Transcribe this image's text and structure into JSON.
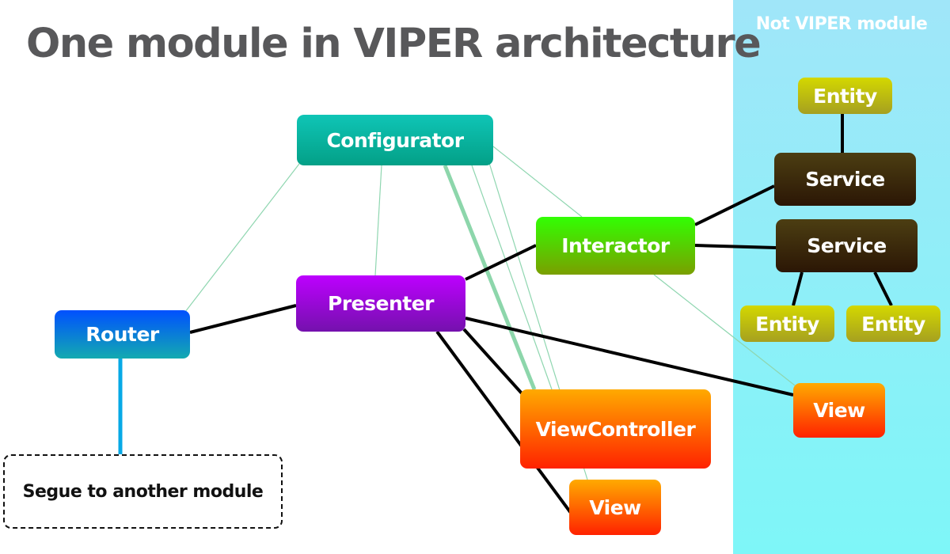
{
  "title": "One module in VIPER architecture",
  "external_panel": {
    "title": "Not VIPER module",
    "background_color": "#8cf0f8"
  },
  "nodes": {
    "configurator": {
      "label": "Configurator",
      "color": "#03a087"
    },
    "interactor": {
      "label": "Interactor",
      "color": "#31ff03"
    },
    "presenter": {
      "label": "Presenter",
      "color": "#bd00ff"
    },
    "router": {
      "label": "Router",
      "color": "#0050ff"
    },
    "view_controller": {
      "label": "ViewController",
      "color": "#ff5500"
    },
    "view_module": {
      "label": "View",
      "color": "#ff5500"
    },
    "view_external": {
      "label": "View",
      "color": "#ff5500"
    },
    "entity_top": {
      "label": "Entity",
      "color": "#d4d800"
    },
    "service_1": {
      "label": "Service",
      "color": "#2b1605"
    },
    "service_2": {
      "label": "Service",
      "color": "#2b1605"
    },
    "entity_left": {
      "label": "Entity",
      "color": "#d4d800"
    },
    "entity_right": {
      "label": "Entity",
      "color": "#d4d800"
    },
    "segue": {
      "label": "Segue to another module"
    }
  },
  "connections": [
    {
      "from": "router",
      "to": "presenter",
      "style": "strong"
    },
    {
      "from": "presenter",
      "to": "interactor",
      "style": "strong"
    },
    {
      "from": "presenter",
      "to": "view_controller",
      "style": "strong"
    },
    {
      "from": "presenter",
      "to": "view_module",
      "style": "strong"
    },
    {
      "from": "presenter",
      "to": "view_external",
      "style": "strong"
    },
    {
      "from": "interactor",
      "to": "service_1",
      "style": "strong"
    },
    {
      "from": "interactor",
      "to": "service_2",
      "style": "strong"
    },
    {
      "from": "entity_top",
      "to": "service_1",
      "style": "strong"
    },
    {
      "from": "service_2",
      "to": "entity_left",
      "style": "strong"
    },
    {
      "from": "service_2",
      "to": "entity_right",
      "style": "strong"
    },
    {
      "from": "router",
      "to": "segue",
      "style": "segue"
    },
    {
      "from": "configurator",
      "to": "router",
      "style": "config"
    },
    {
      "from": "configurator",
      "to": "presenter",
      "style": "config"
    },
    {
      "from": "configurator",
      "to": "interactor",
      "style": "config"
    },
    {
      "from": "configurator",
      "to": "view_controller",
      "style": "config-thick"
    },
    {
      "from": "configurator",
      "to": "view_controller",
      "style": "config"
    },
    {
      "from": "configurator",
      "to": "view_module",
      "style": "config"
    },
    {
      "from": "interactor",
      "to": "view_external",
      "style": "config"
    }
  ]
}
